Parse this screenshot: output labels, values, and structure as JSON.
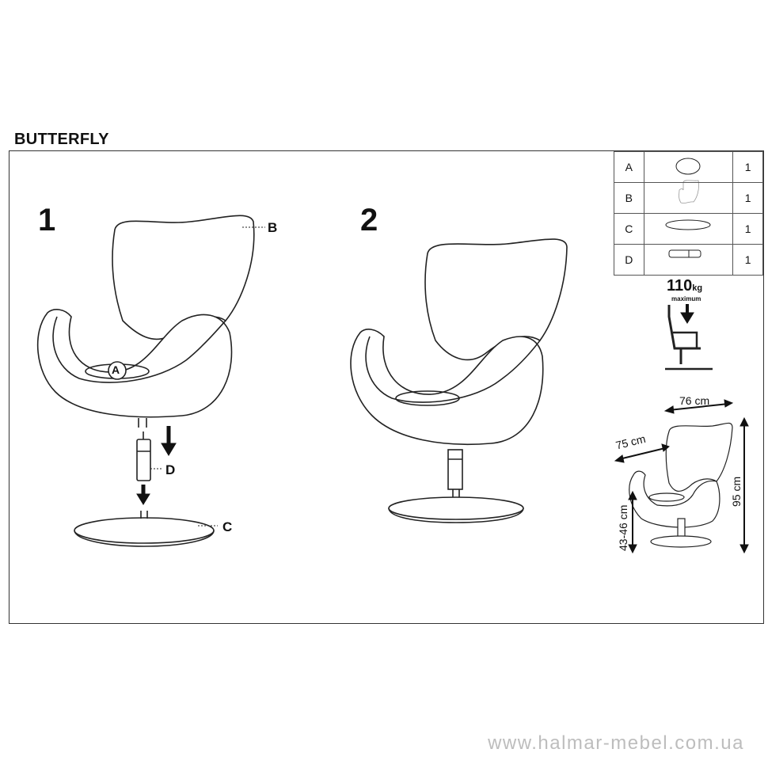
{
  "title": "BUTTERFLY",
  "steps": [
    "1",
    "2"
  ],
  "callouts": {
    "a": "A",
    "b": "B",
    "c": "C",
    "d": "D"
  },
  "parts": [
    {
      "letter": "A",
      "icon": "seat-cushion-icon",
      "qty": "1"
    },
    {
      "letter": "B",
      "icon": "chair-shell-icon",
      "qty": "1"
    },
    {
      "letter": "C",
      "icon": "round-base-icon",
      "qty": "1"
    },
    {
      "letter": "D",
      "icon": "gas-lift-icon",
      "qty": "1"
    }
  ],
  "weight": {
    "value": "110",
    "unit": "kg",
    "sub": "maximum"
  },
  "dimensions": {
    "width": "76 cm",
    "depth": "75 cm",
    "height": "95 cm",
    "seat_height": "43-46 cm"
  },
  "footer": "www.halmar-mebel.com.ua"
}
